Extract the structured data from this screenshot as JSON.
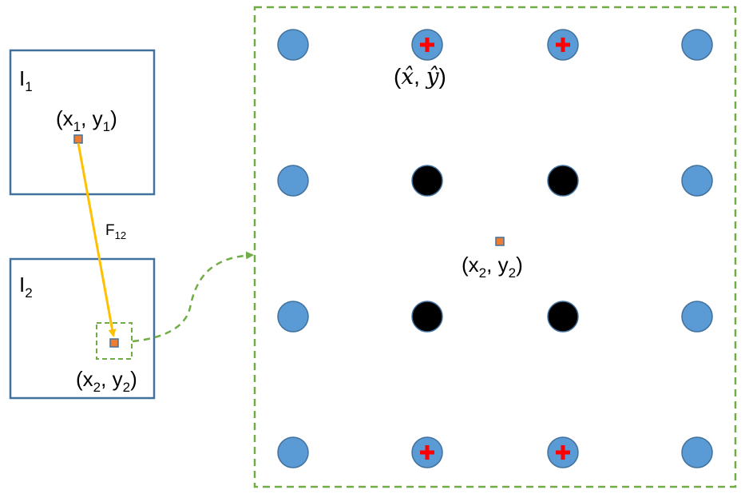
{
  "colors": {
    "frame": "#41719c",
    "dashed": "#70ad47",
    "arrow": "#ffc000",
    "point_fill": "#ed7d31",
    "point_stroke": "#41719c",
    "grid_circle": "#5b9bd5",
    "neighbor_circle": "#000000",
    "plus": "#ff0000"
  },
  "image1": {
    "name": "I",
    "sub": "1",
    "point_label": {
      "open": "(x",
      "sub_x": "1",
      "mid": ", y",
      "sub_y": "1",
      "close": ")"
    }
  },
  "image2": {
    "name": "I",
    "sub": "2",
    "point_label": {
      "open": "(x",
      "sub_x": "2",
      "mid": ", y",
      "sub_y": "2",
      "close": ")"
    }
  },
  "flow": {
    "name": "F",
    "sub": "12"
  },
  "zoom": {
    "point_label": {
      "open": "(x",
      "sub_x": "2",
      "mid": ", y",
      "sub_y": "2",
      "close": ")"
    },
    "estimate_label": {
      "open": "(",
      "x_hat": "x̂",
      "sep": ", ",
      "y_hat": "ŷ",
      "close": ")"
    },
    "grid": [
      [
        "blue",
        "blue-plus",
        "blue-plus",
        "blue"
      ],
      [
        "blue",
        "black",
        "black",
        "blue"
      ],
      [
        "blue",
        "black",
        "black",
        "blue"
      ],
      [
        "blue",
        "blue-plus",
        "blue-plus",
        "blue"
      ]
    ],
    "plus_glyph": "+"
  }
}
